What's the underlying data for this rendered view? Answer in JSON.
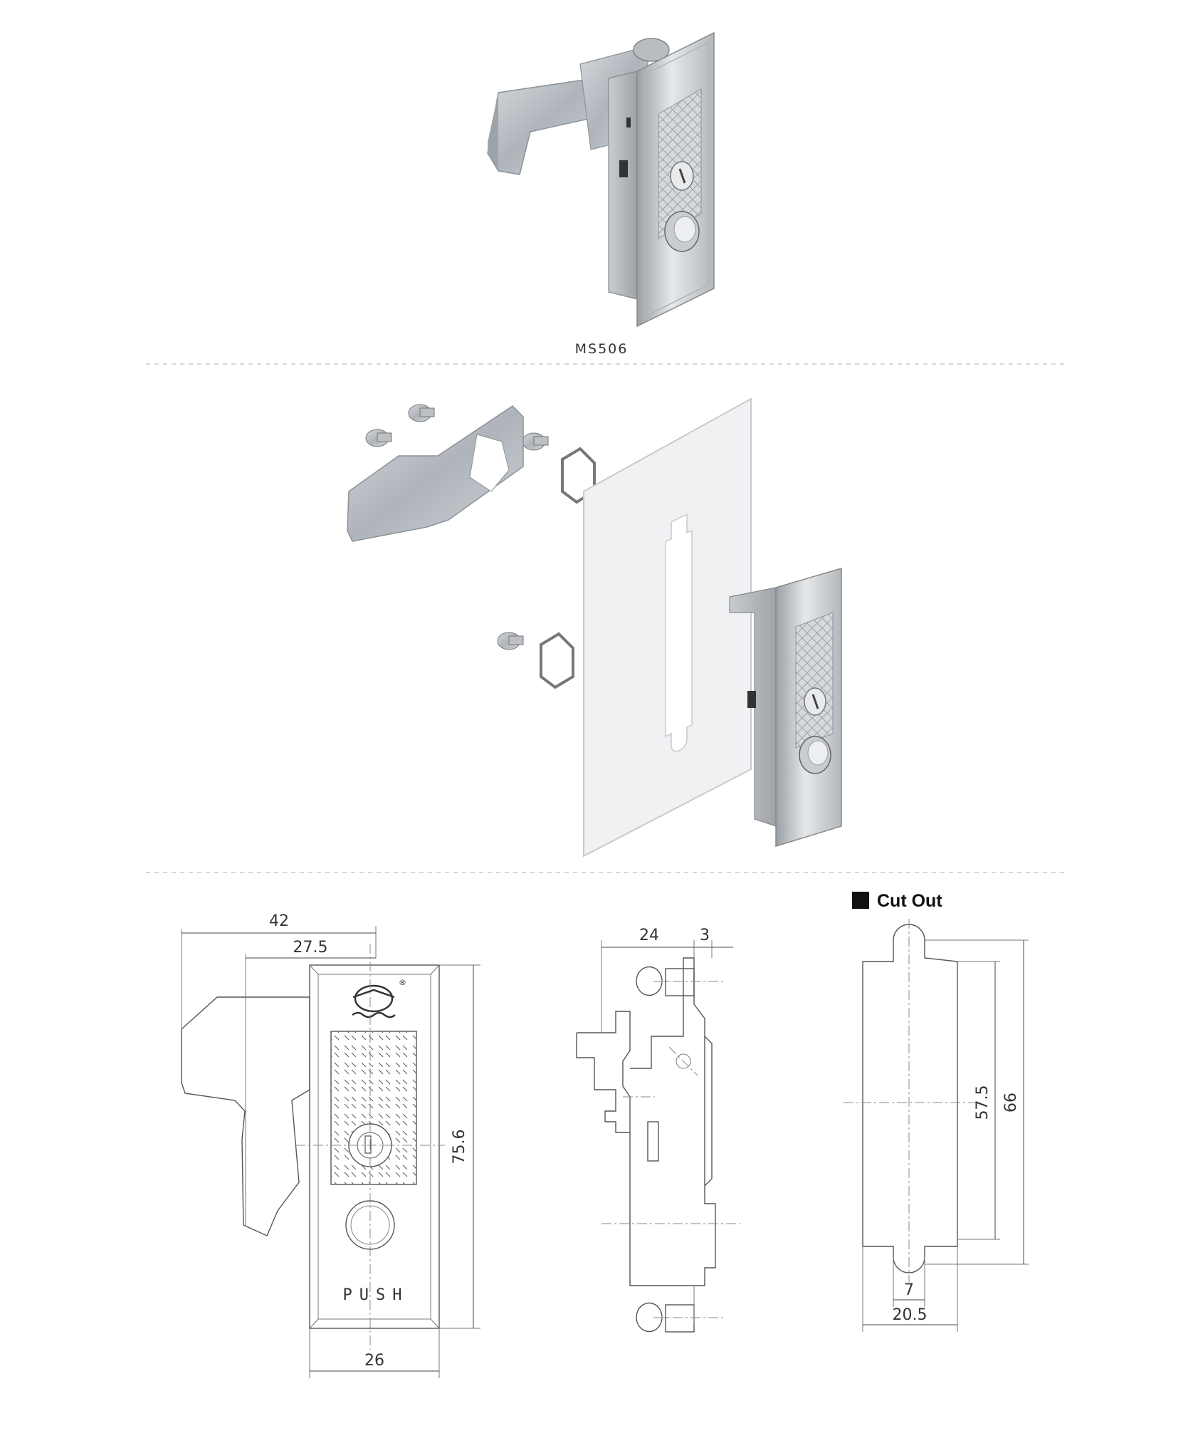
{
  "model_label": "MS506",
  "cutout_title": "Cut Out",
  "push_text": "PUSH",
  "logo_registered_mark": "®",
  "dimensions": {
    "front_overall_width": "42",
    "front_handle_offset": "27.5",
    "front_height": "75.6",
    "front_width": "26",
    "side_depth": "24",
    "side_flange": "3",
    "cutout_inner_height": "57.5",
    "cutout_outer_height": "66",
    "cutout_notch_width": "7",
    "cutout_width": "20.5"
  },
  "colors": {
    "metal_light": "#e4e6e8",
    "metal_mid": "#b9bdc1",
    "metal_dark": "#8d9296",
    "panel": "#f0f1f2",
    "line": "#555555",
    "divider": "#cccccc"
  }
}
